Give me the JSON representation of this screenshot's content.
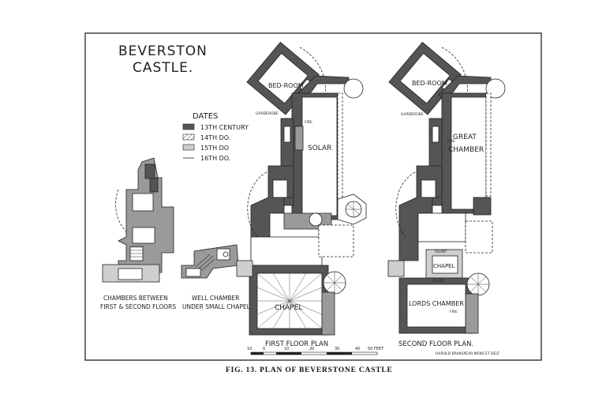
{
  "title": {
    "line1": "BEVERSTON",
    "line2": "CASTLE."
  },
  "legend": {
    "heading": "DATES",
    "entries": [
      {
        "label": "13TH CENTURY",
        "fill": "#555555"
      },
      {
        "label": "14TH DO.",
        "fill": "#9a9a9a"
      },
      {
        "label": "15TH DO",
        "fill": "#cfcfcf"
      },
      {
        "label": "16TH DO.",
        "fill": "#ffffff"
      }
    ]
  },
  "rooms": {
    "bedroom_first": "BED-ROOM",
    "bedroom_second": "BED-ROOM",
    "solar": "SOLAR",
    "great_chamber_1": "GREAT",
    "great_chamber_2": "CHAMBER",
    "chapel_first": "CHAPEL",
    "chapel_second": "CHAPEL",
    "lords_chamber": "LORDS CHAMBER",
    "garderobe_first": "GARDEROBE",
    "garderobe_second": "GARDEROBE",
    "squint_1": "SQUINT",
    "squint_2": "SQUINT",
    "fire_1": "FIRE",
    "fire_2": "FIRE",
    "fire_3": "FIRE"
  },
  "captions": {
    "chambers_line1": "CHAMBERS BETWEEN",
    "chambers_line2": "FIRST & SECOND FLOORS",
    "well_line1": "WELL CHAMBER",
    "well_line2": "UNDER SMALL CHAPEL",
    "first_floor": "FIRST FLOOR PLAN",
    "second_floor": "SECOND FLOOR PLAN."
  },
  "scale": {
    "ticks": [
      "10",
      "0",
      "10",
      "20",
      "30",
      "40",
      "50 FEET"
    ]
  },
  "credit": "HAROLD BRAKSPEAR  MENS ET DELT",
  "figure_caption": "FIG. 13.   PLAN OF BEVERSTONE CASTLE",
  "colors": {
    "wall_13th": "#555555",
    "wall_14th": "#9a9a9a",
    "wall_15th": "#cfcfcf",
    "ink": "#222222"
  }
}
